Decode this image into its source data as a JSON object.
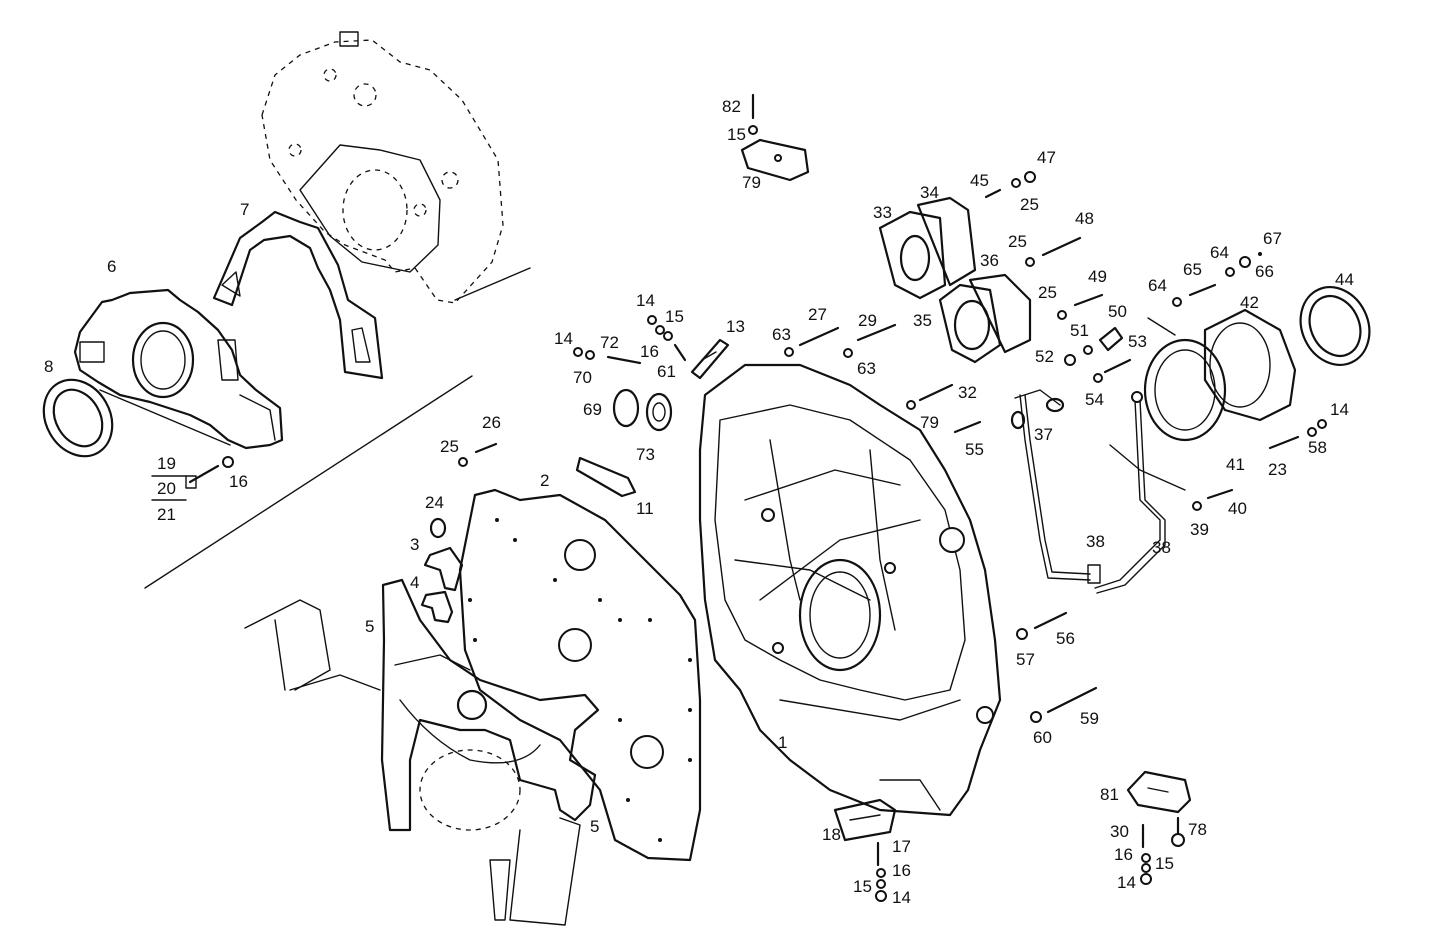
{
  "callouts": [
    {
      "text": "1"
    },
    {
      "text": "2"
    },
    {
      "text": "3"
    },
    {
      "text": "4"
    },
    {
      "text": "5"
    },
    {
      "text": "5"
    },
    {
      "text": "6"
    },
    {
      "text": "7"
    },
    {
      "text": "8"
    },
    {
      "text": "11"
    },
    {
      "text": "13"
    },
    {
      "text": "14"
    },
    {
      "text": "14"
    },
    {
      "text": "14"
    },
    {
      "text": "14"
    },
    {
      "text": "14"
    },
    {
      "text": "15"
    },
    {
      "text": "15"
    },
    {
      "text": "15"
    },
    {
      "text": "15"
    },
    {
      "text": "16"
    },
    {
      "text": "16"
    },
    {
      "text": "16"
    },
    {
      "text": "16"
    },
    {
      "text": "17"
    },
    {
      "text": "18"
    },
    {
      "text": "19"
    },
    {
      "text": "20"
    },
    {
      "text": "21"
    },
    {
      "text": "23"
    },
    {
      "text": "24"
    },
    {
      "text": "25"
    },
    {
      "text": "25"
    },
    {
      "text": "25"
    },
    {
      "text": "25"
    },
    {
      "text": "26"
    },
    {
      "text": "27"
    },
    {
      "text": "29"
    },
    {
      "text": "30"
    },
    {
      "text": "32"
    },
    {
      "text": "33"
    },
    {
      "text": "34"
    },
    {
      "text": "35"
    },
    {
      "text": "36"
    },
    {
      "text": "37"
    },
    {
      "text": "38"
    },
    {
      "text": "38"
    },
    {
      "text": "39"
    },
    {
      "text": "40"
    },
    {
      "text": "41"
    },
    {
      "text": "42"
    },
    {
      "text": "44"
    },
    {
      "text": "45"
    },
    {
      "text": "47"
    },
    {
      "text": "48"
    },
    {
      "text": "49"
    },
    {
      "text": "50"
    },
    {
      "text": "51"
    },
    {
      "text": "52"
    },
    {
      "text": "53"
    },
    {
      "text": "54"
    },
    {
      "text": "55"
    },
    {
      "text": "56"
    },
    {
      "text": "57"
    },
    {
      "text": "58"
    },
    {
      "text": "59"
    },
    {
      "text": "60"
    },
    {
      "text": "61"
    },
    {
      "text": "63"
    },
    {
      "text": "63"
    },
    {
      "text": "64"
    },
    {
      "text": "64"
    },
    {
      "text": "65"
    },
    {
      "text": "66"
    },
    {
      "text": "67"
    },
    {
      "text": "69"
    },
    {
      "text": "70"
    },
    {
      "text": "72"
    },
    {
      "text": "73"
    },
    {
      "text": "78"
    },
    {
      "text": "79"
    },
    {
      "text": "79"
    },
    {
      "text": "81"
    },
    {
      "text": "82"
    }
  ]
}
